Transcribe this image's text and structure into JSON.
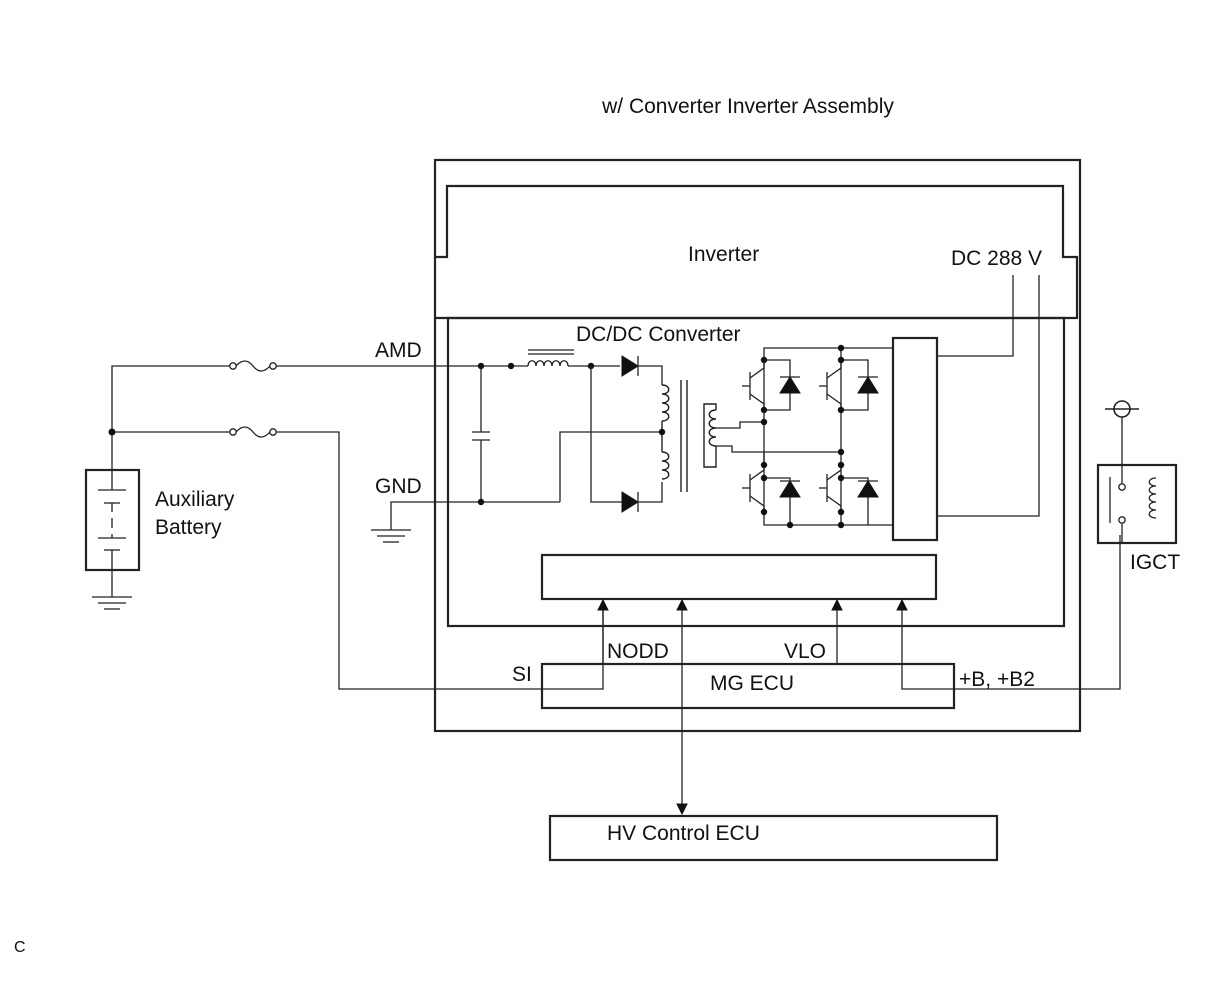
{
  "title": "w/ Converter Inverter Assembly",
  "blocks": {
    "inverter": "Inverter",
    "dc_voltage": "DC 288 V",
    "converter": "DC/DC Converter",
    "mg_ecu": "MG ECU",
    "hv_ecu": "HV Control ECU",
    "battery_line1": "Auxiliary",
    "battery_line2": "Battery",
    "igct": "IGCT"
  },
  "terminals": {
    "amd": "AMD",
    "gnd": "GND",
    "si": "SI",
    "nodd": "NODD",
    "vlo": "VLO",
    "b_b2": "+B, +B2"
  },
  "footnote": "C"
}
